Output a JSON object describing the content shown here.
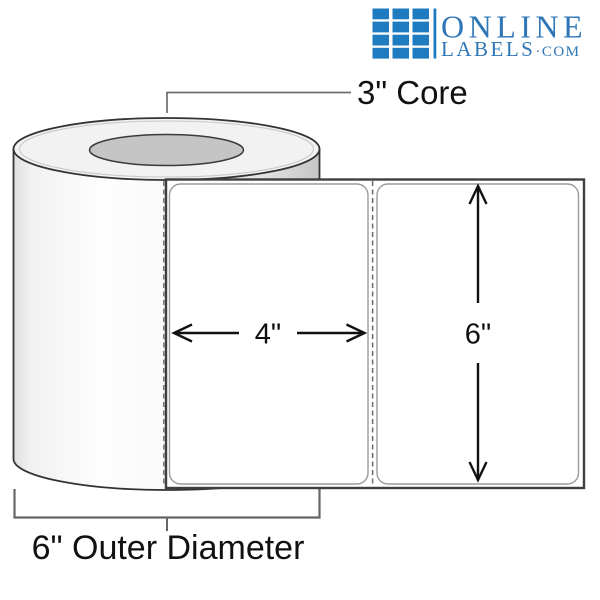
{
  "logo": {
    "line1": "ONLINE",
    "line2": "LABELS",
    "line2_suffix": "·COM",
    "icon": "grid-icon"
  },
  "annotations": {
    "core_label": "3\" Core",
    "width_label": "4\"",
    "height_label": "6\"",
    "outer_diameter_label": "6\" Outer Diameter"
  },
  "colors": {
    "logo_blue": "#1F7BC0",
    "logo_text_blue": "#2E76B6",
    "roll_top_gray": "#F2F2F2",
    "core_gray": "#C5C5C5",
    "outline_dark": "#333333",
    "dimension_black": "#111111",
    "leader_gray": "#6E6E6E"
  }
}
